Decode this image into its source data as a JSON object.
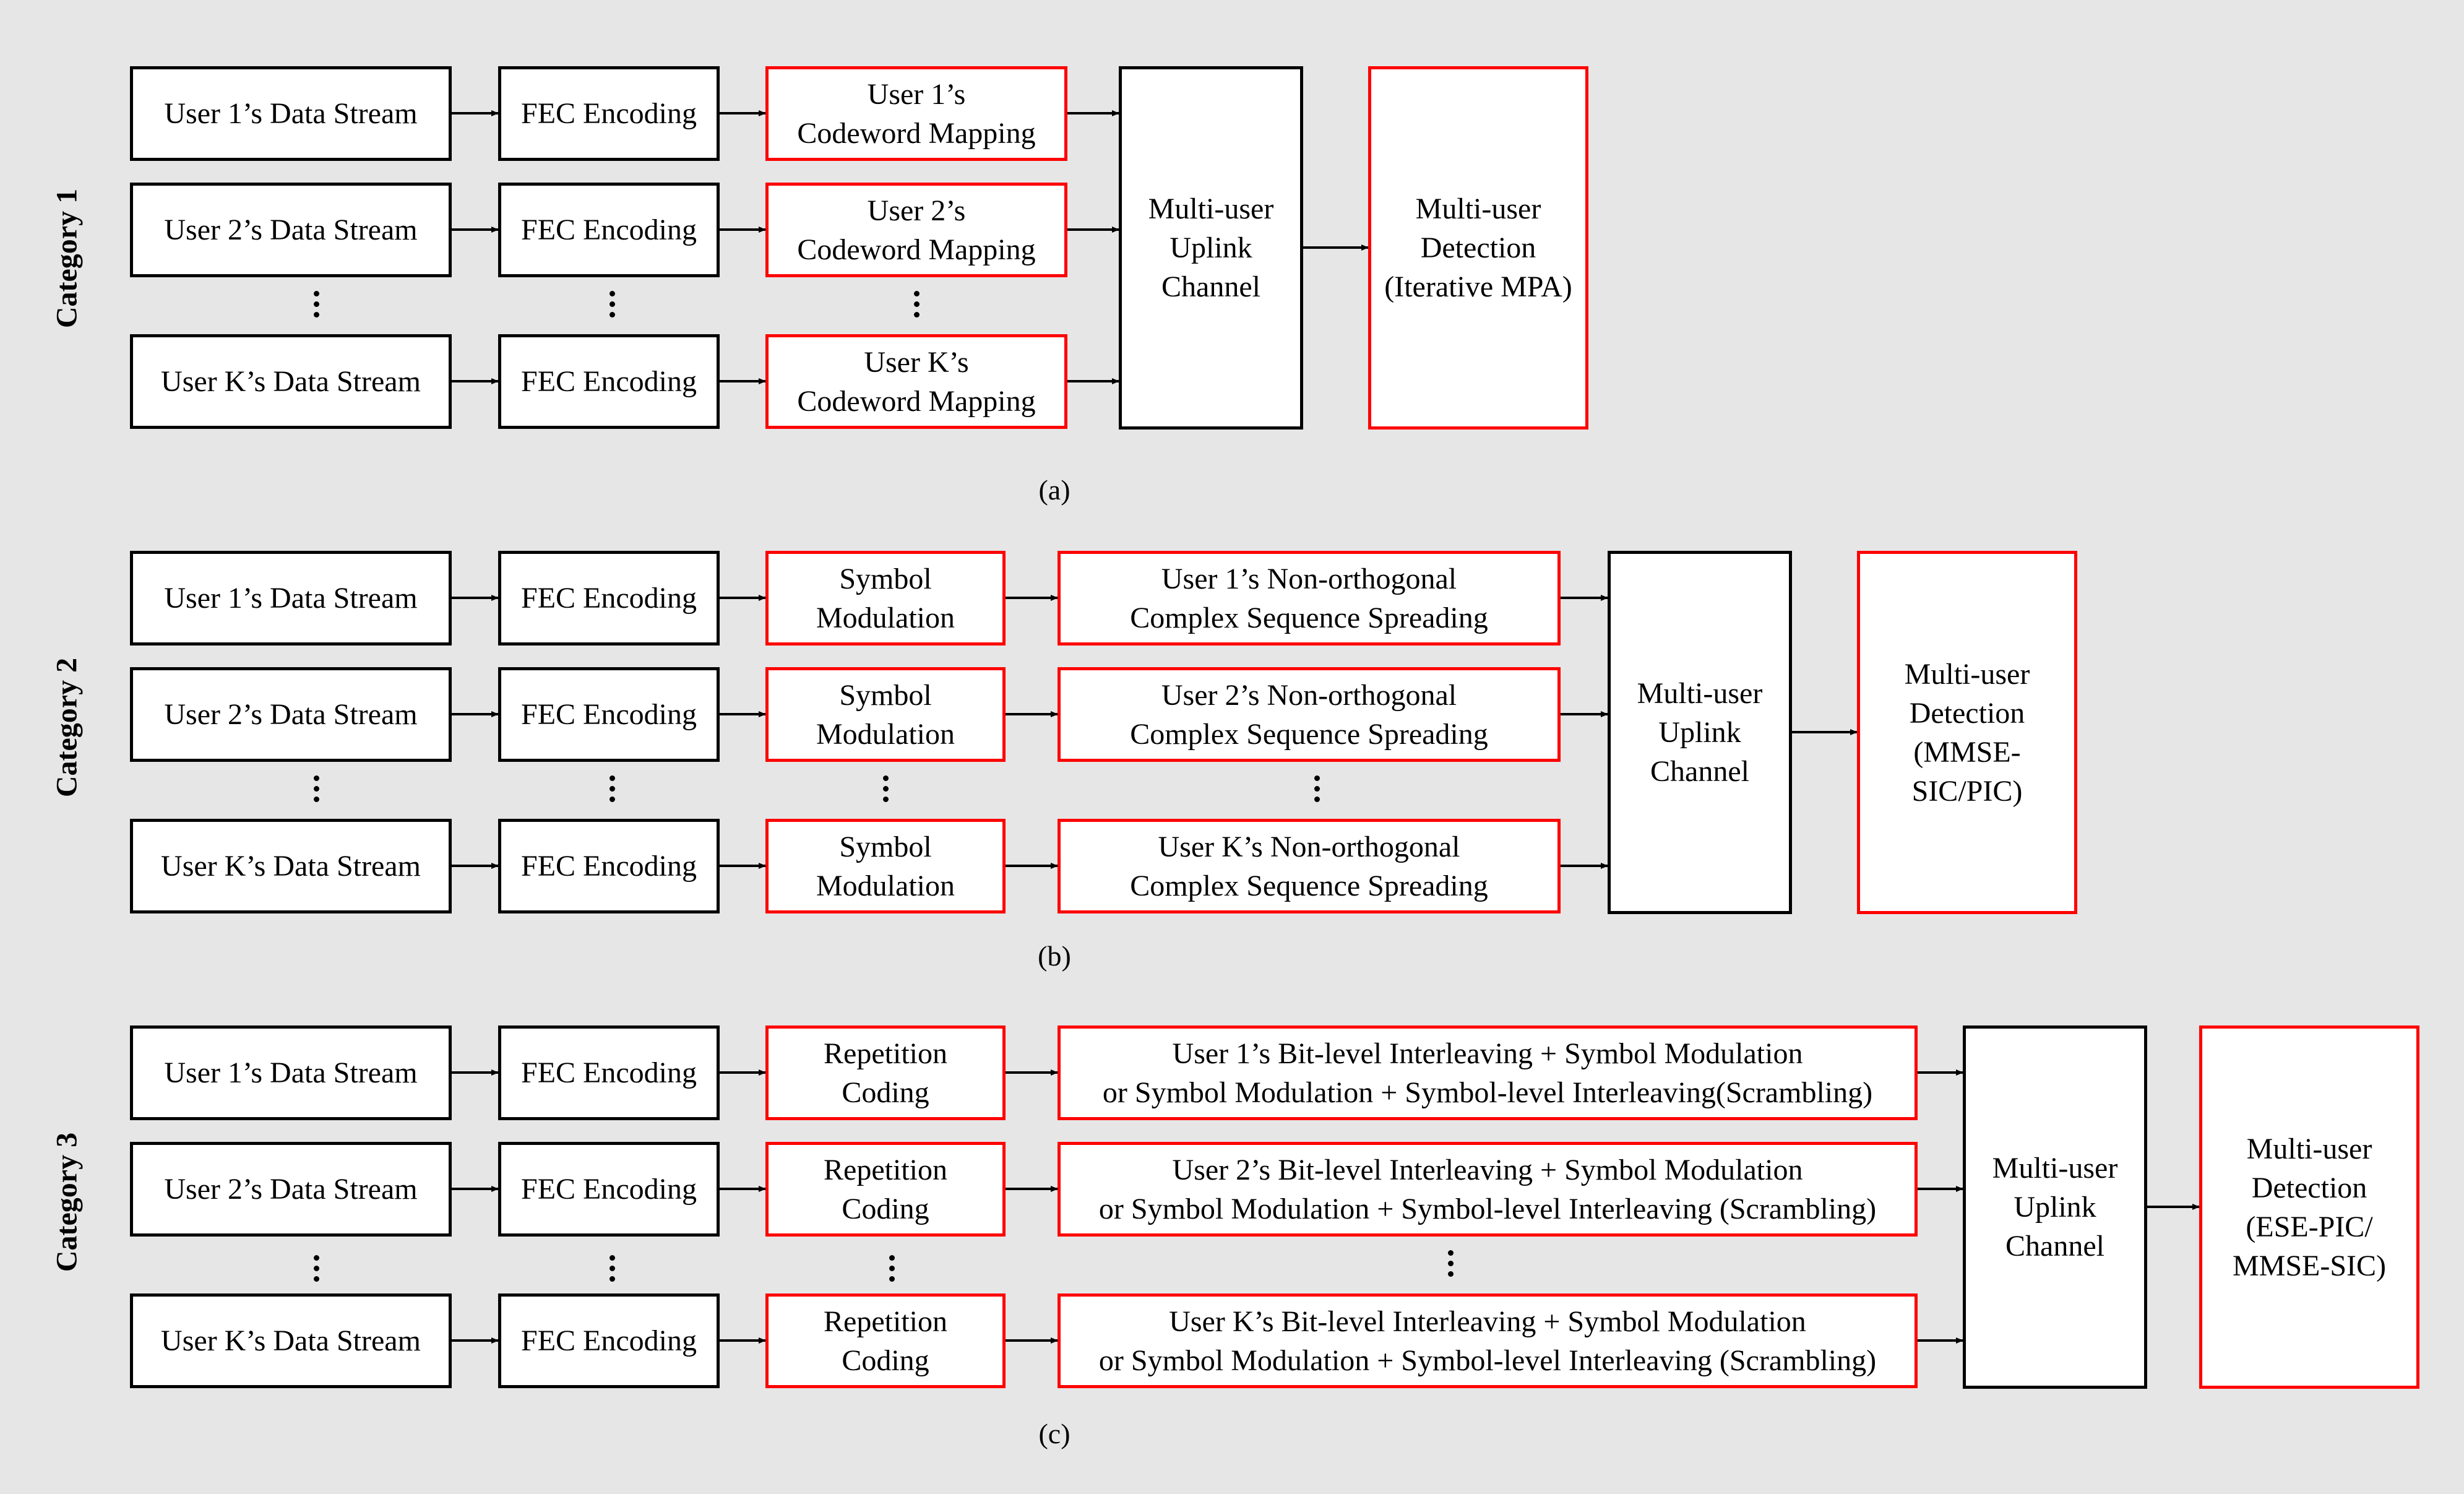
{
  "colors": {
    "background": "#e6e6e6",
    "black_border": "#000000",
    "red_border": "#ff0000"
  },
  "categories": [
    {
      "label": "Category 1",
      "caption": "(a)",
      "streams": [
        "User 1’s Data Stream",
        "User 2’s Data Stream",
        "User K’s Data Stream"
      ],
      "fec": [
        "FEC Encoding",
        "FEC Encoding",
        "FEC Encoding"
      ],
      "stage1": [
        "User 1’s\nCodeword Mapping",
        "User 2’s\nCodeword Mapping",
        "User K’s\nCodeword Mapping"
      ],
      "channel": "Multi-user\nUplink\nChannel",
      "detection": "Multi-user\nDetection\n(Iterative MPA)"
    },
    {
      "label": "Category 2",
      "caption": "(b)",
      "streams": [
        "User 1’s Data Stream",
        "User 2’s Data Stream",
        "User K’s Data Stream"
      ],
      "fec": [
        "FEC Encoding",
        "FEC Encoding",
        "FEC Encoding"
      ],
      "stage1": [
        "Symbol\nModulation",
        "Symbol\nModulation",
        "Symbol\nModulation"
      ],
      "stage2": [
        "User 1’s Non-orthogonal\nComplex Sequence Spreading",
        "User 2’s Non-orthogonal\nComplex Sequence Spreading",
        "User K’s Non-orthogonal\nComplex Sequence Spreading"
      ],
      "channel": "Multi-user\nUplink\nChannel",
      "detection": "Multi-user\nDetection\n(MMSE-\nSIC/PIC)"
    },
    {
      "label": "Category 3",
      "caption": "(c)",
      "streams": [
        "User 1’s Data Stream",
        "User 2’s Data Stream",
        "User K’s Data Stream"
      ],
      "fec": [
        "FEC Encoding",
        "FEC Encoding",
        "FEC Encoding"
      ],
      "stage1": [
        "Repetition\nCoding",
        "Repetition\nCoding",
        "Repetition\nCoding"
      ],
      "stage2": [
        "User 1’s Bit-level Interleaving + Symbol Modulation\nor Symbol Modulation + Symbol-level Interleaving(Scrambling)",
        "User 2’s Bit-level Interleaving + Symbol Modulation\nor Symbol Modulation + Symbol-level Interleaving (Scrambling)",
        "User K’s Bit-level Interleaving + Symbol Modulation\nor Symbol Modulation + Symbol-level Interleaving (Scrambling)"
      ],
      "channel": "Multi-user\nUplink\nChannel",
      "detection": "Multi-user\nDetection\n(ESE-PIC/\nMMSE-SIC)"
    }
  ]
}
